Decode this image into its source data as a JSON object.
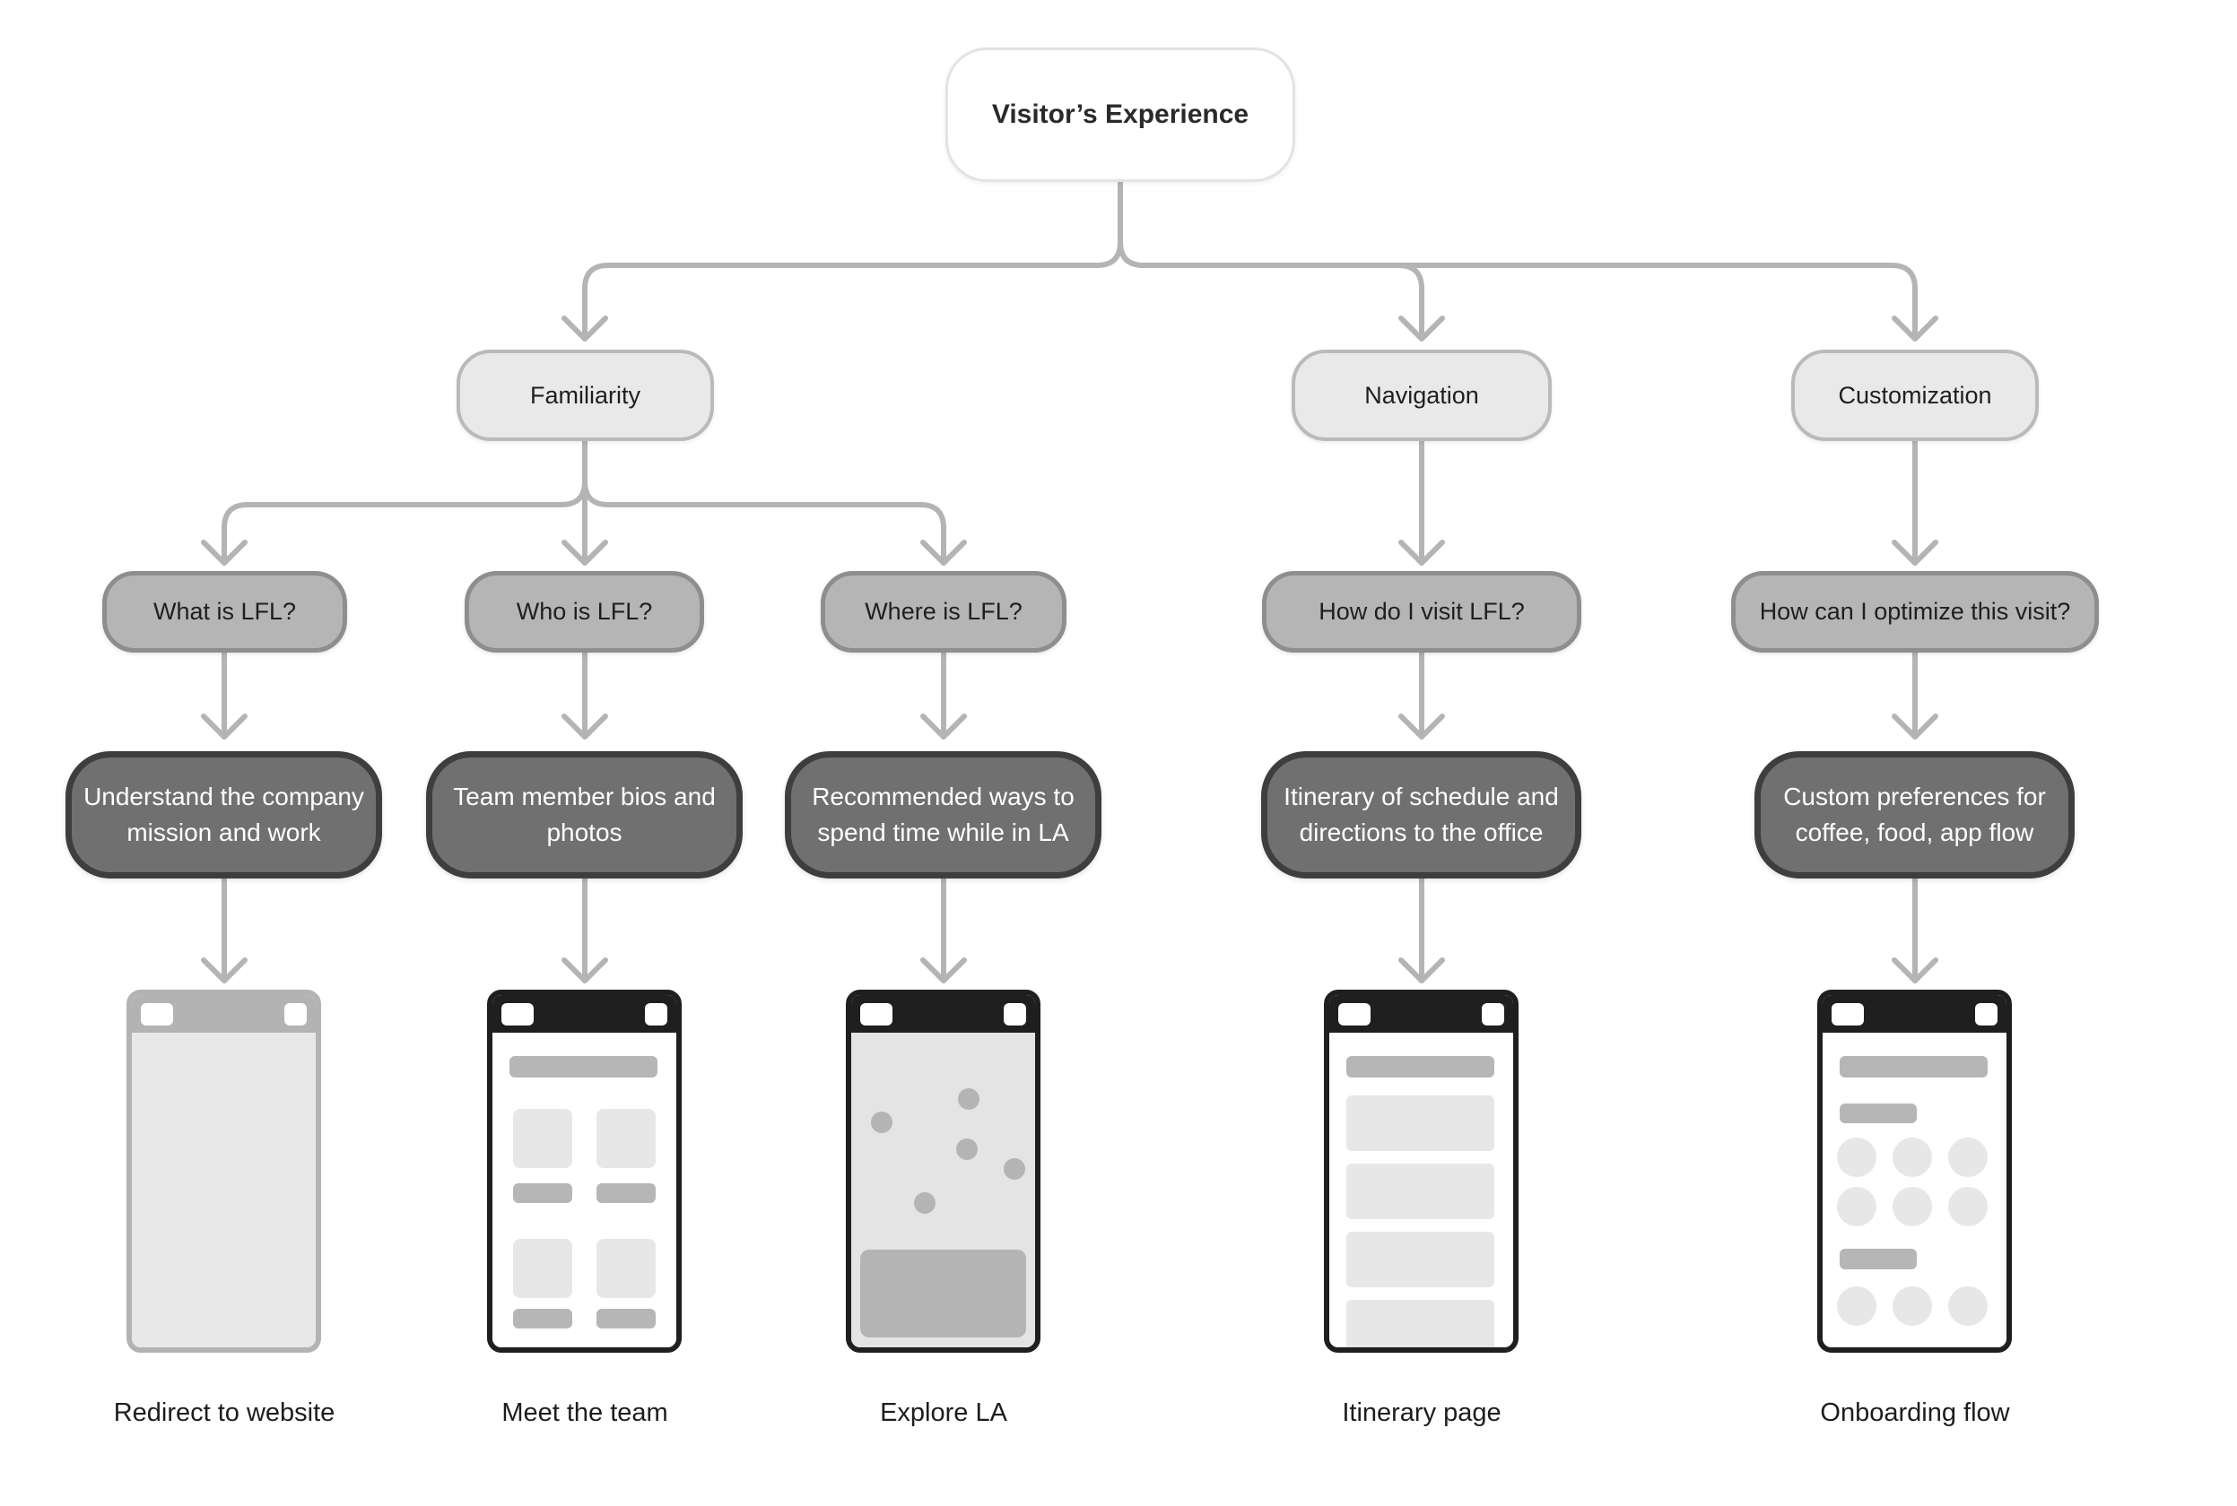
{
  "colors": {
    "connector": "#b4b4b4",
    "root_fill": "#ffffff",
    "root_border": "#e3e3e3",
    "branch_fill": "#e9e9e9",
    "branch_border": "#bababa",
    "question_fill": "#b5b5b5",
    "question_border": "#8e8e8e",
    "outcome_fill": "#707070",
    "outcome_border": "#3e3e3e",
    "phone_dark": "#1f1f1f",
    "phone_gray": "#b3b3b3",
    "wireframe_light": "#e7e7e7",
    "wireframe_medium": "#b6b6b6"
  },
  "diagram": {
    "root": {
      "label": "Visitor’s Experience"
    },
    "branches": [
      {
        "label": "Familiarity",
        "children": [
          {
            "question": "What is LFL?",
            "outcome": "Understand the company mission and work",
            "screen": "Redirect to website",
            "mockup": "website-redirect"
          },
          {
            "question": "Who is LFL?",
            "outcome": "Team member bios and photos",
            "screen": "Meet the team",
            "mockup": "team-grid"
          },
          {
            "question": "Where is LFL?",
            "outcome": "Recommended ways to spend time while in LA",
            "screen": "Explore LA",
            "mockup": "map-pins"
          }
        ]
      },
      {
        "label": "Navigation",
        "children": [
          {
            "question": "How do I visit LFL?",
            "outcome": "Itinerary of schedule and directions to the office",
            "screen": "Itinerary page",
            "mockup": "list-rows"
          }
        ]
      },
      {
        "label": "Customization",
        "children": [
          {
            "question": "How can I optimize this visit?",
            "outcome": "Custom preferences for coffee, food, app flow",
            "screen": "Onboarding flow",
            "mockup": "onboarding-options"
          }
        ]
      }
    ]
  }
}
